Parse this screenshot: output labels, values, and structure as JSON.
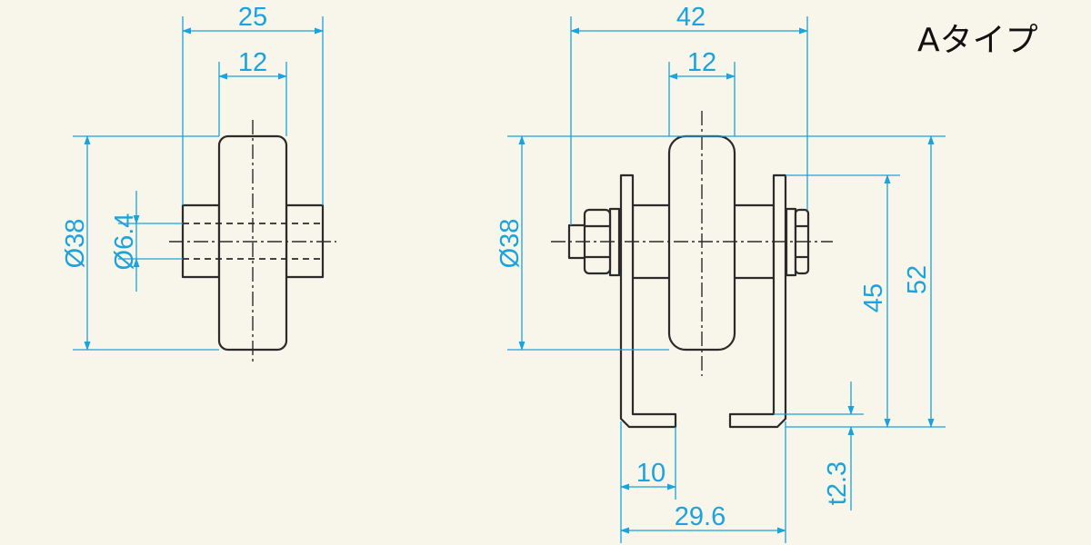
{
  "title": "Aタイプ",
  "colors": {
    "background": "#f8f5ea",
    "object": "#2b2b2b",
    "dimension": "#1aa3dc"
  },
  "dimensions": {
    "side_width": "25",
    "side_wheel_width": "12",
    "side_diameter": "Ø38",
    "side_axle_diameter": "Ø6.4",
    "front_width": "42",
    "front_wheel_width": "12",
    "front_diameter": "Ø38",
    "height_axle": "45",
    "height_total": "52",
    "foot_length": "10",
    "foot_span": "29.6",
    "thickness": "t2.3"
  }
}
